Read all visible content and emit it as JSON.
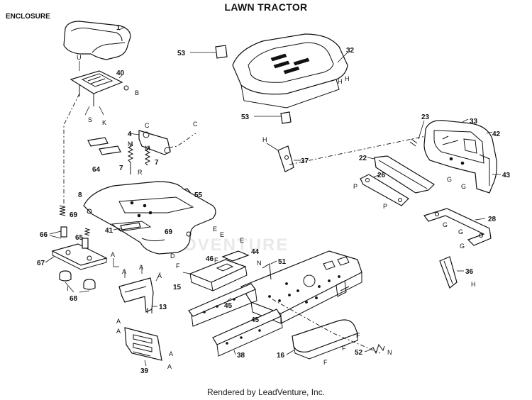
{
  "header": {
    "title": "LAWN TRACTOR",
    "section": "ENCLOSURE"
  },
  "footer": {
    "text": "Rendered by LeadVenture, Inc."
  },
  "watermark": {
    "text": "ADVENTURE"
  },
  "parts": [
    {
      "id": "p1",
      "label": "1"
    },
    {
      "id": "p4",
      "label": "4"
    },
    {
      "id": "p7a",
      "label": "7"
    },
    {
      "id": "p7b",
      "label": "7"
    },
    {
      "id": "p8",
      "label": "8"
    },
    {
      "id": "p13",
      "label": "13"
    },
    {
      "id": "p15",
      "label": "15"
    },
    {
      "id": "p16",
      "label": "16"
    },
    {
      "id": "p22",
      "label": "22"
    },
    {
      "id": "p23",
      "label": "23"
    },
    {
      "id": "p26",
      "label": "26"
    },
    {
      "id": "p28",
      "label": "28"
    },
    {
      "id": "p32",
      "label": "32"
    },
    {
      "id": "p33",
      "label": "33"
    },
    {
      "id": "p36",
      "label": "36"
    },
    {
      "id": "p37",
      "label": "37"
    },
    {
      "id": "p38",
      "label": "38"
    },
    {
      "id": "p39",
      "label": "39"
    },
    {
      "id": "p40",
      "label": "40"
    },
    {
      "id": "p41",
      "label": "41"
    },
    {
      "id": "p42",
      "label": "42"
    },
    {
      "id": "p43",
      "label": "43"
    },
    {
      "id": "p44",
      "label": "44"
    },
    {
      "id": "p45a",
      "label": "45"
    },
    {
      "id": "p45b",
      "label": "45"
    },
    {
      "id": "p46",
      "label": "46"
    },
    {
      "id": "p51",
      "label": "51"
    },
    {
      "id": "p52",
      "label": "52"
    },
    {
      "id": "p53a",
      "label": "53"
    },
    {
      "id": "p53b",
      "label": "53"
    },
    {
      "id": "p55",
      "label": "55"
    },
    {
      "id": "p64",
      "label": "64"
    },
    {
      "id": "p65",
      "label": "65"
    },
    {
      "id": "p66",
      "label": "66"
    },
    {
      "id": "p67",
      "label": "67"
    },
    {
      "id": "p68",
      "label": "68"
    },
    {
      "id": "p69a",
      "label": "69"
    },
    {
      "id": "p69b",
      "label": "69"
    }
  ],
  "refs": [
    {
      "id": "rU",
      "label": "U"
    },
    {
      "id": "rB",
      "label": "B"
    },
    {
      "id": "rS",
      "label": "S"
    },
    {
      "id": "rK",
      "label": "K"
    },
    {
      "id": "rC1",
      "label": "C"
    },
    {
      "id": "rC2",
      "label": "C"
    },
    {
      "id": "rM1",
      "label": "M"
    },
    {
      "id": "rM2",
      "label": "M"
    },
    {
      "id": "rR",
      "label": "R"
    },
    {
      "id": "rD",
      "label": "D"
    },
    {
      "id": "rE1",
      "label": "E"
    },
    {
      "id": "rE2",
      "label": "E"
    },
    {
      "id": "rE3",
      "label": "E"
    },
    {
      "id": "rH1",
      "label": "H"
    },
    {
      "id": "rH2",
      "label": "H"
    },
    {
      "id": "rH3",
      "label": "H"
    },
    {
      "id": "rH4",
      "label": "H"
    },
    {
      "id": "rG1",
      "label": "G"
    },
    {
      "id": "rG2",
      "label": "G"
    },
    {
      "id": "rG3",
      "label": "G"
    },
    {
      "id": "rG4",
      "label": "G"
    },
    {
      "id": "rG5",
      "label": "G"
    },
    {
      "id": "rP1",
      "label": "P"
    },
    {
      "id": "rP2",
      "label": "P"
    },
    {
      "id": "rF1",
      "label": "F"
    },
    {
      "id": "rF2",
      "label": "F"
    },
    {
      "id": "rF3",
      "label": "F"
    },
    {
      "id": "rF4",
      "label": "F"
    },
    {
      "id": "rF5",
      "label": "F"
    },
    {
      "id": "rN1",
      "label": "N"
    },
    {
      "id": "rN2",
      "label": "N"
    },
    {
      "id": "rA1",
      "label": "A"
    },
    {
      "id": "rA2",
      "label": "A"
    },
    {
      "id": "rA3",
      "label": "A"
    },
    {
      "id": "rA4",
      "label": "A"
    },
    {
      "id": "rA5",
      "label": "A"
    },
    {
      "id": "rA6",
      "label": "A"
    },
    {
      "id": "rA7",
      "label": "A"
    },
    {
      "id": "rA8",
      "label": "A"
    },
    {
      "id": "rI",
      "label": "I"
    }
  ]
}
